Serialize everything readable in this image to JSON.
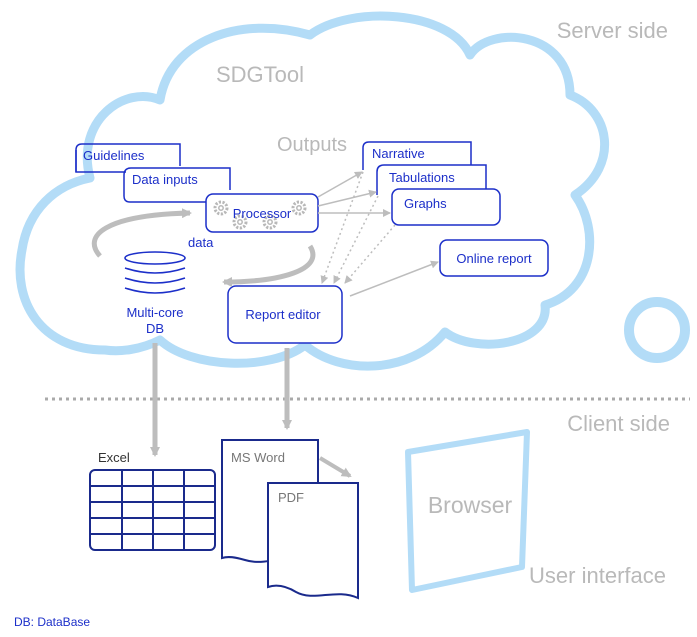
{
  "labels": {
    "server_side": "Server side",
    "client_side": "Client side",
    "tool_name": "SDGTool",
    "outputs": "Outputs",
    "guidelines": "Guidelines",
    "data_inputs": "Data inputs",
    "processor": "Processor",
    "data": "data",
    "db_line1": "Multi-core",
    "db_line2": "DB",
    "report_editor": "Report editor",
    "narrative": "Narrative",
    "tabulations": "Tabulations",
    "graphs": "Graphs",
    "online_report": "Online report",
    "excel": "Excel",
    "ms_word": "MS Word",
    "pdf": "PDF",
    "browser": "Browser",
    "user_interface": "User interface",
    "footnote": "DB:  DataBase"
  },
  "colors": {
    "cloud": "#b3dcf7",
    "box_stroke": "#1c2fc9",
    "box_text": "#1c2fc9",
    "arrow": "#bdbdbd",
    "region_text": "#b9b9b9",
    "navy": "#1a2a8c",
    "divider": "#aaaaaa"
  },
  "icons": [
    "gears-icon",
    "database-icon",
    "spreadsheet-icon",
    "document-icon",
    "browser-window-icon"
  ]
}
